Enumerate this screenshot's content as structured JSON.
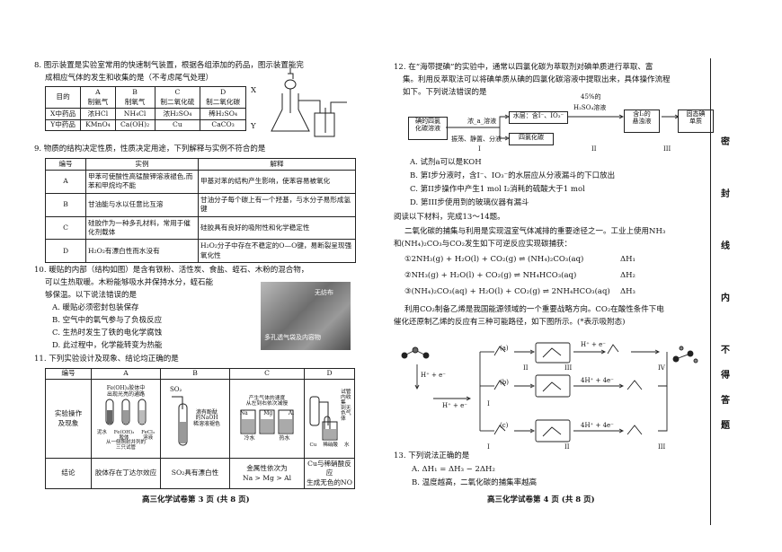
{
  "q8": {
    "stem1": "8. 图示装置是实验室常用的快速制气装置，根据各组添加的药品，图示装置能完",
    "stem2": "成相应气体的发生和收集的是",
    "stem2_note": "（不考虑尾气处理）",
    "table": {
      "head": [
        "目的",
        "A\n制氨气",
        "B\n制氧气",
        "C\n制二氧化硫",
        "D\n制二氧化碳"
      ],
      "row_x": [
        "X中药品",
        "浓HCl",
        "NH₄Cl",
        "浓H₂SO₄",
        "稀H₂SO₄"
      ],
      "row_y": [
        "Y中药品",
        "KMnO₄",
        "Ca(OH)₂",
        "Cu",
        "CaCO₃"
      ]
    },
    "label_x": "X",
    "label_y": "Y"
  },
  "q9": {
    "stem": "9. 物质的结构决定性质，性质决定用途，下列解释与实例不符合的是",
    "head": [
      "编号",
      "实例",
      "解释"
    ],
    "rows": [
      [
        "A",
        "甲苯可使酸性高锰酸钾溶液褪色,而苯和甲烷均不能",
        "甲基对苯的结构产生影响，使苯容易被氧化"
      ],
      [
        "B",
        "甘油能与水以任意比互溶",
        "甘油分子每个碳上有一个羟基，与水分子易形成氢键"
      ],
      [
        "C",
        "硅胶作为一种多孔材料，常用于催化剂载体",
        "硅胶具有良好的吸附性和化学稳定性"
      ],
      [
        "D",
        "H₂O₂有漂白性而水没有",
        "H₂O₂分子中存在不稳定的O—O键，易断裂呈现强氧化性"
      ]
    ]
  },
  "q10": {
    "line1": "10. 暖贴的内部（结构如图）是含有铁粉、活性炭、食盐、蛭石、木粉的混合物，",
    "line2": "可以生热取暖。木粉能够吸水并保持水分，蛭石能",
    "line3": "够保温。以下说法错误的是",
    "options": [
      "A. 暖贴必须密封包装保存",
      "B. 空气中的氧气参与了负极反应",
      "C. 生热时发生了铁的电化学腐蚀",
      "D. 此过程中，化学能转变为热能"
    ],
    "photo_caption": "多孔透气袋及内容物",
    "photo_caption2": "无纺布"
  },
  "q11": {
    "stem": "11. 下列实验设计及现象、结论均正确的是",
    "head": [
      "编号",
      "A",
      "B",
      "C",
      "D"
    ],
    "row1_label": "实验操作\n及现象",
    "a_top": "Fe(OH)₃胶体中\n出现光亮的通路",
    "a_bottom": "从一侧照射并列的\n三只试管",
    "a_labels": [
      "泥水",
      "Fe(OH)₃\n胶体",
      "FeCl₃\n溶液"
    ],
    "b_label_top": "SO₂",
    "b_label": "滴有酚酞\n的NaOH\n稀溶液褪色",
    "c_top": "产生气体的速度\n从左到右依次减慢",
    "c_labels": [
      "Na",
      "Mg",
      "Al"
    ],
    "c_bottom": [
      "冷水",
      "热水"
    ],
    "d_top": "试管内收集\n到无色气体",
    "d_labels": [
      "Cu",
      "稀硝酸",
      "水"
    ],
    "conclusion_label": "结论",
    "conclusions": [
      "胶体存在丁达尔效应",
      "SO₂具有漂白性",
      "金属性依次为\nNa > Mg > Al",
      "Cu与稀硝酸反应\n生成无色的NO"
    ]
  },
  "q12": {
    "line1": "12. 在“海带提碘”的实验中，通常以四氯化碳为萃取剂对碘单质进行萃取、富",
    "line2": "集。利用反萃取法可以将碘单质从碘的四氯化碳溶液中提取出来，具体操作流程",
    "line3": "如下。下列说法错误的是",
    "flow": {
      "box1": "碘的四氯\n化碳溶液",
      "arrow1_top": "浓_a_溶液",
      "arrow1_bottom": "振荡、静置、分液",
      "upper": "水层：含I⁻、IO₃⁻",
      "acid_pct": "45%的",
      "acid": "H₂SO₄溶液",
      "box3": "含I₂的\n悬浊液",
      "box4": "固态碘\n单质",
      "lower": "四氯化碳",
      "stages": [
        "I",
        "II",
        "III"
      ]
    },
    "options": [
      "A. 试剂a可以是KOH",
      "B. 第I步分液时，含I⁻、IO₃⁻的水层应从分液漏斗的下口放出",
      "C. 第II步操作中产生1 mol I₂消耗的硫酸大于1 mol",
      "D. 第III步使用到的玻璃仪器有漏斗"
    ]
  },
  "reading": {
    "intro": "阅读以下材料，完成13～14题。",
    "p1a": "二氧化碳的捕集与利用是实现温室气体减排的重要途径之一。工业上使用NH₃",
    "p1b": "和(NH₄)₂CO₃与CO₂发生如下可逆反应实现碳捕获：",
    "reactions": [
      {
        "eq": "①2NH₃(g) + H₂O(l) + CO₂(g) ⇌ (NH₄)₂CO₃(aq)",
        "dh": "ΔH₁"
      },
      {
        "eq": "②NH₃(g) + H₂O(l) + CO₂(g) ⇌ NH₄HCO₃(aq)",
        "dh": "ΔH₂"
      },
      {
        "eq": "③(NH₄)₂CO₃(aq) + H₂O(l) + CO₂(g) ⇌ 2NH₄HCO₃(aq)",
        "dh": "ΔH₃"
      }
    ],
    "p2a": "利用CO₂制备乙烯是我国能源领域的一个重要战略方向。CO₂在酸性条件下电",
    "p2b": "催化还原制乙烯的反应有三种可能路径，如下图所示。(*表示吸附态)",
    "mech": {
      "paths": [
        "(a)",
        "(b)",
        "(c)"
      ],
      "step_he": "H⁺ + e⁻",
      "step_4h": "4H⁺ + 4e⁻",
      "numerals": [
        "I",
        "II",
        "III",
        "IV"
      ]
    }
  },
  "q13": {
    "stem": "13. 下列说法正确的是",
    "options": [
      "A. ΔH₁ = ΔH₃ − 2ΔH₂",
      "B. 温度越高，二氧化碳的捕集率越高"
    ]
  },
  "footer_left": "高三化学试卷第 3 页 (共 8 页)",
  "footer_right": "高三化学试卷第 4 页 (共 8 页)",
  "seal_chars": [
    "密",
    "封",
    "线",
    "内",
    "不",
    "得",
    "答",
    "题"
  ]
}
